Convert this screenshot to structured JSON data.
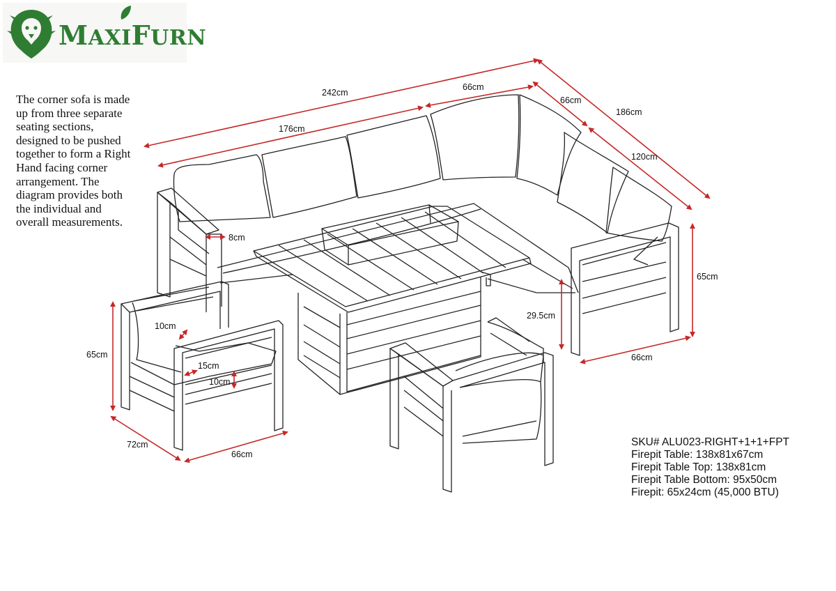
{
  "brand": {
    "name_big_m": "M",
    "name_axi": "AXI",
    "name_big_f": "F",
    "name_urn": "URN",
    "logo_icon": "lion-head-leaf-icon",
    "color": "#2e7d32"
  },
  "description": [
    "The corner sofa is made",
    "up from three separate",
    "seating sections,",
    "designed to be pushed",
    "together to form a Right",
    "Hand facing corner",
    "arrangement. The",
    "diagram provides both",
    "the individual and",
    "overall measurements."
  ],
  "dimensions": {
    "sofa_total_width": "242cm",
    "sofa_section": "176cm",
    "corner_width": "66cm",
    "corner_depth": "66cm",
    "sofa_total_depth": "186cm",
    "sofa_side": "120cm",
    "arm_width": "8cm",
    "sofa_height": "65cm",
    "sofa_depth": "66cm",
    "table_height_gap": "29.5cm",
    "chair_arm_top": "10cm",
    "chair_height": "65cm",
    "chair_arm_side": "15cm",
    "chair_seat_thickness": "10cm",
    "chair_depth": "72cm",
    "chair_width": "66cm"
  },
  "specs": [
    "SKU# ALU023-RIGHT+1+1+FPT",
    "Firepit Table: 138x81x67cm",
    "Firepit Table Top: 138x81cm",
    "Firepit Table Bottom: 95x50cm",
    "Firepit: 65x24cm (45,000 BTU)"
  ],
  "colors": {
    "dimension_arrow": "#c62828",
    "line_art": "#222222"
  }
}
